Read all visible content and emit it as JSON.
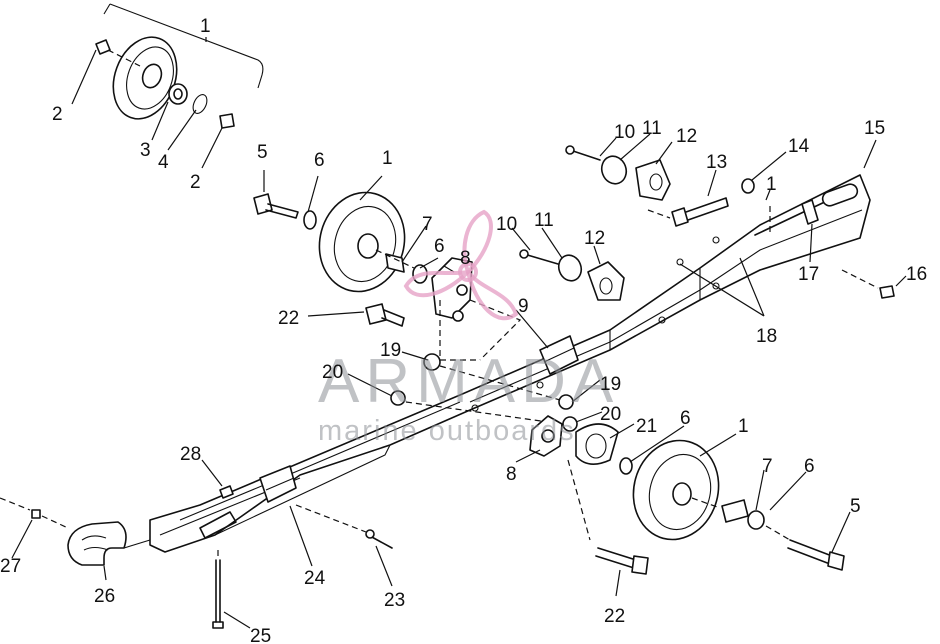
{
  "watermark": {
    "brand": "ARMADA",
    "tagline": "marine outboards",
    "logo_color": "#e6a3c7"
  },
  "callouts": [
    "1",
    "2",
    "3",
    "4",
    "2",
    "5",
    "6",
    "1",
    "7",
    "6",
    "8",
    "22",
    "10",
    "11",
    "12",
    "10",
    "11",
    "12",
    "13",
    "14",
    "1",
    "15",
    "16",
    "17",
    "18",
    "9",
    "19",
    "20",
    "19",
    "20",
    "21",
    "6",
    "1",
    "7",
    "6",
    "5",
    "8",
    "22",
    "28",
    "24",
    "23",
    "27",
    "26",
    "25"
  ]
}
